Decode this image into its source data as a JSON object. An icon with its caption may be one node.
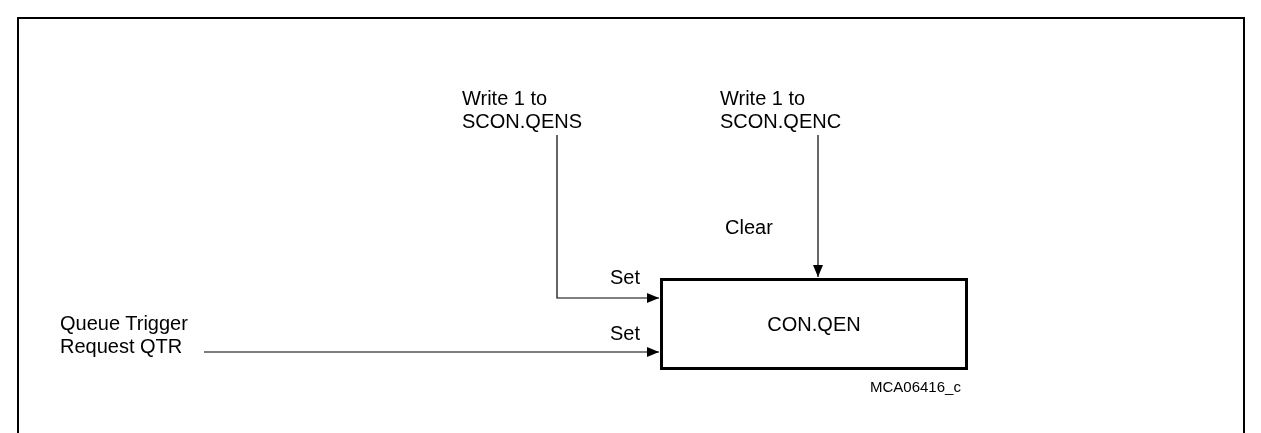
{
  "diagram": {
    "nodes": [
      {
        "text": [
          "Write 1 to SCON.QENS"
        ]
      },
      {
        "text": [
          "Write 1 to SCON.QENC"
        ]
      },
      {
        "text": [
          "CON.QEN"
        ]
      },
      {
        "text": [
          "Queue Trigger Request QTR"
        ]
      }
    ],
    "edges": [
      {
        "from": 0,
        "to": 2,
        "arrow": "to",
        "label": "Set"
      },
      {
        "from": 1,
        "to": 2,
        "arrow": "to",
        "label": "Clear"
      },
      {
        "from": 3,
        "to": 2,
        "arrow": "to",
        "label": "Set"
      }
    ],
    "labels": [
      "MCA06416_c"
    ]
  }
}
